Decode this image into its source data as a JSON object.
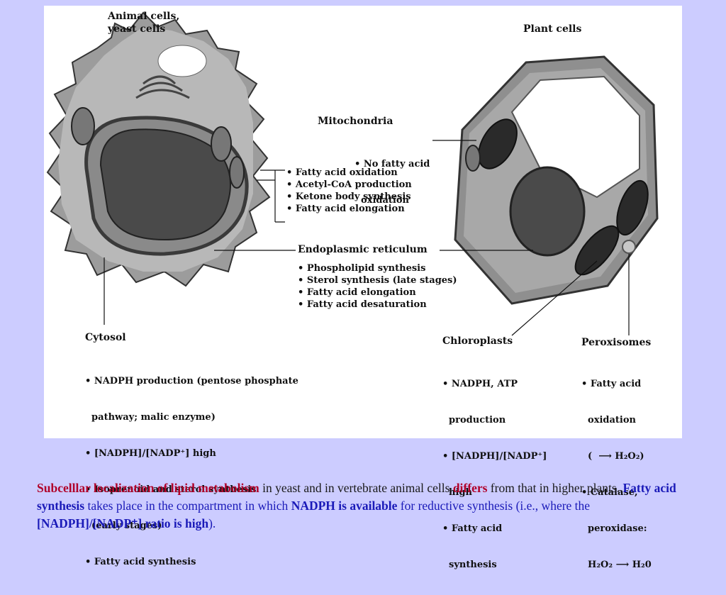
{
  "labels": {
    "animal_title": "Animal cells,\nyeast cells",
    "plant_title": "Plant cells",
    "mito_title": "Mitochondria",
    "mito_items": [
      "• No fatty acid",
      "  oxidation"
    ],
    "mito_animal_items": [
      "• Fatty acid oxidation",
      "• Acetyl-CoA production",
      "• Ketone body synthesis",
      "• Fatty acid elongation"
    ],
    "er_title": "Endoplasmic reticulum",
    "er_items": [
      "• Phospholipid synthesis",
      "• Sterol synthesis (late stages)",
      "• Fatty acid elongation",
      "• Fatty acid desaturation"
    ],
    "cytosol_title": "Cytosol",
    "cytosol_items": [
      "• NADPH production (pentose phosphate",
      "  pathway; malic enzyme)",
      "• [NADPH]/[NADP⁺] high",
      "• Isoprenoid and sterol synthesis",
      "  (early stages)",
      "• Fatty acid synthesis"
    ],
    "chloro_title": "Chloroplasts",
    "chloro_items": [
      "• NADPH, ATP",
      "  production",
      "• [NADPH]/[NADP⁺]",
      "  high",
      "• Fatty acid",
      "  synthesis"
    ],
    "perox_title": "Peroxisomes",
    "perox_items": [
      "• Fatty acid",
      "  oxidation",
      "  (  ⟶ H₂O₂)",
      "• Catalase,",
      "  peroxidase:",
      "  H₂O₂ ⟶ H₂0"
    ]
  },
  "caption": {
    "p1": "Subcelllar localization of lipid metabolism",
    "p2": " in yeast and in vertebrate animal cells ",
    "p3": "differs",
    "p4": " from that in higher plants. ",
    "p5": "Fatty acid synthesis",
    "p6": " takes place in the compartment in which ",
    "p7": "NADPH is available",
    "p8": " for reductive synthesis (i.e., where the ",
    "p9": "[NADPH]/[NADP⁺] ratio is high",
    "p10": ")."
  }
}
